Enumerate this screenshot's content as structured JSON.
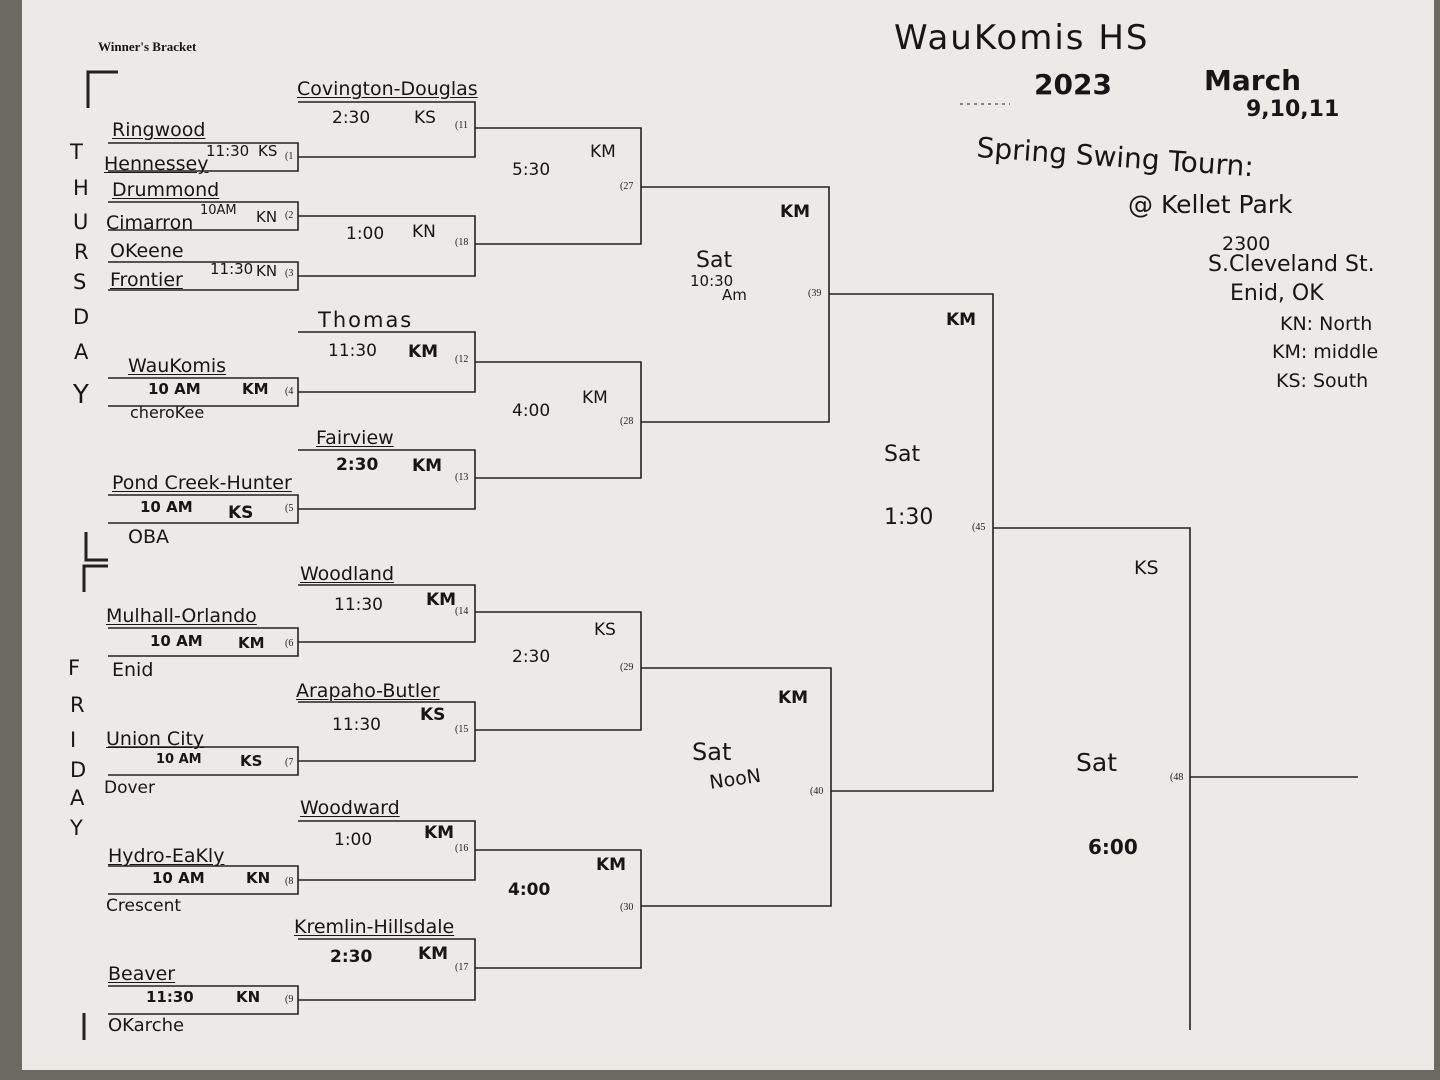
{
  "header": {
    "bracket_label": "Winner's Bracket",
    "school": "WauKomis HS",
    "year": "2023",
    "month": "March",
    "dates": "9,10,11",
    "event_line1": "Spring Swing Tourn:",
    "venue": "@ Kellet Park",
    "address_number": "2300",
    "street": "S.Cleveland St.",
    "city": "Enid, OK"
  },
  "legend": {
    "kn": "KN: North",
    "km": "KM: middle",
    "ks": "KS: South"
  },
  "day_labels": {
    "thursday": [
      "T",
      "H",
      "U",
      "R",
      "S",
      "D",
      "A",
      "Y"
    ],
    "friday": [
      "F",
      "R",
      "I",
      "D",
      "A",
      "Y"
    ]
  },
  "round1": [
    {
      "top": "Ringwood",
      "bottom": "Hennessey",
      "time": "11:30",
      "loc": "KS",
      "game": "(1"
    },
    {
      "top": "Drummond",
      "bottom": "Cimarron",
      "time": "10AM",
      "loc": "KN",
      "game": "(2"
    },
    {
      "top": "OKeene",
      "bottom": "Frontier",
      "time": "11:30",
      "loc": "KN",
      "game": "(3"
    },
    {
      "top": "WauKomis",
      "bottom": "cheroKee",
      "time": "10 AM",
      "loc": "KM",
      "game": "(4"
    },
    {
      "top": "Pond Creek-Hunter",
      "bottom": "OBA",
      "time": "10 AM",
      "loc": "KS",
      "game": "(5"
    },
    {
      "top": "Mulhall-Orlando",
      "bottom": "Enid",
      "time": "10 AM",
      "loc": "KM",
      "game": "(6"
    },
    {
      "top": "Union City",
      "bottom": "Dover",
      "time": "10 AM",
      "loc": "KS",
      "game": "(7"
    },
    {
      "top": "Hydro-EaKly",
      "bottom": "Crescent",
      "time": "10 AM",
      "loc": "KN",
      "game": "(8"
    },
    {
      "top": "Beaver",
      "bottom": "OKarche",
      "time": "11:30",
      "loc": "KN",
      "game": "(9"
    }
  ],
  "round2": [
    {
      "team": "Covington-Douglas",
      "time": "2:30",
      "loc": "KS",
      "game": "(11"
    },
    {
      "team": "",
      "time": "1:00",
      "loc": "KN",
      "game": "(18"
    },
    {
      "team": "Thomas",
      "time": "11:30",
      "loc": "KM",
      "game": "(12"
    },
    {
      "team": "Fairview",
      "time": "2:30",
      "loc": "KM",
      "game": "(13"
    },
    {
      "team": "Woodland",
      "time": "11:30",
      "loc": "KM",
      "game": "(14"
    },
    {
      "team": "Arapaho-Butler",
      "time": "11:30",
      "loc": "KS",
      "game": "(15"
    },
    {
      "team": "Woodward",
      "time": "1:00",
      "loc": "KM",
      "game": "(16"
    },
    {
      "team": "Kremlin-Hillsdale",
      "time": "2:30",
      "loc": "KM",
      "game": "(17"
    }
  ],
  "round3": [
    {
      "time": "5:30",
      "loc": "KM",
      "game": "(27"
    },
    {
      "time": "4:00",
      "loc": "KM",
      "game": "(28"
    },
    {
      "time": "2:30",
      "loc": "KS",
      "game": "(29"
    },
    {
      "time": "4:00",
      "loc": "KM",
      "game": "(30"
    }
  ],
  "round4": [
    {
      "day": "Sat",
      "time": "10:30",
      "ampm": "Am",
      "loc": "KM",
      "game": "(39"
    },
    {
      "day": "Sat",
      "time": "NooN",
      "loc": "KM",
      "game": "(40"
    }
  ],
  "round5": {
    "day": "Sat",
    "time": "1:30",
    "loc": "KM",
    "game": "(45"
  },
  "final": {
    "day": "Sat",
    "time": "6:00",
    "loc": "KS",
    "game": "(48"
  }
}
